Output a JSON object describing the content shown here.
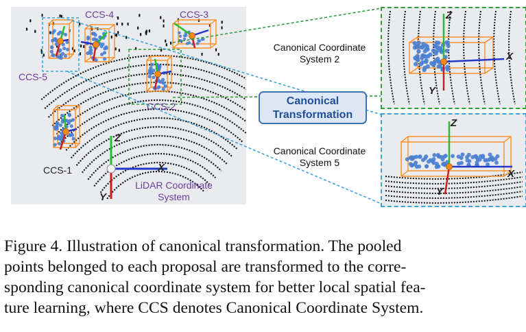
{
  "figure": {
    "ccs_labels": [
      "CCS-1",
      "CCS-2",
      "CCS-3",
      "CCS-4",
      "CCS-5"
    ],
    "lidar_label_line1": "LiDAR Coordinate",
    "lidar_label_line2": "System",
    "axis_letters": {
      "x": "X",
      "y": "Y",
      "z": "Z"
    },
    "zoom_top_label_line1": "Canonical Coordinate",
    "zoom_top_label_line2": "System 2",
    "zoom_bottom_label_line1": "Canonical Coordinate",
    "zoom_bottom_label_line2": "System 5",
    "transform_line1": "Canonical",
    "transform_line2": "Transformation",
    "colors": {
      "box": "#ff8a1e",
      "x_axis": "#2336c8",
      "y_axis": "#c81e1e",
      "z_axis": "#22c02a",
      "points": "#4b7fd0",
      "panel": "#e9ebef",
      "purple": "#6a3c9a"
    }
  },
  "caption": {
    "line1": "Figure 4. Illustration of canonical transformation.  The pooled",
    "line2": "points belonged to each proposal are transformed to the corre-",
    "line3": "sponding canonical coordinate system for better local spatial fea-",
    "line4": "ture learning, where CCS denotes Canonical Coordinate System."
  }
}
